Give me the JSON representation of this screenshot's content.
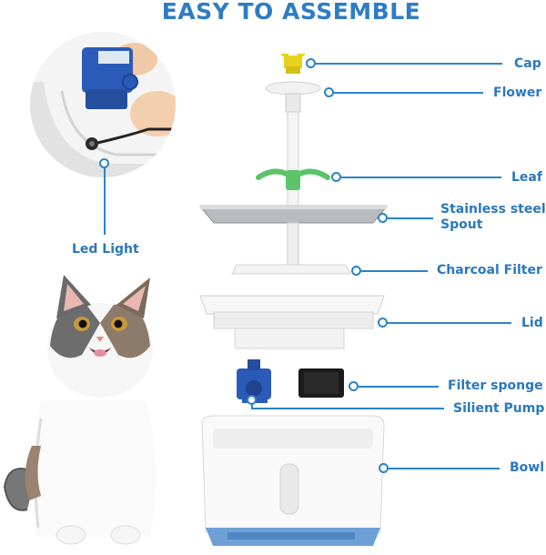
{
  "title": "EASY TO ASSEMBLE",
  "parts": {
    "cap": "Cap",
    "flower": "Flower",
    "leaf": "Leaf",
    "spout_line1": "Stainless steel",
    "spout_line2": "Spout",
    "charcoal_filter": "Charcoal Filter",
    "lid": "Lid",
    "filter_sponge": "Filter sponge",
    "pump": "Silient Pump",
    "bowl": "Bowl",
    "led_light": "Led Light"
  },
  "colors": {
    "accent": "#2a84c6",
    "title": "#2e7dc4",
    "pump_blue": "#2b5bb8",
    "leaf_green": "#5cc46a",
    "cap_yellow": "#e6d21e"
  }
}
